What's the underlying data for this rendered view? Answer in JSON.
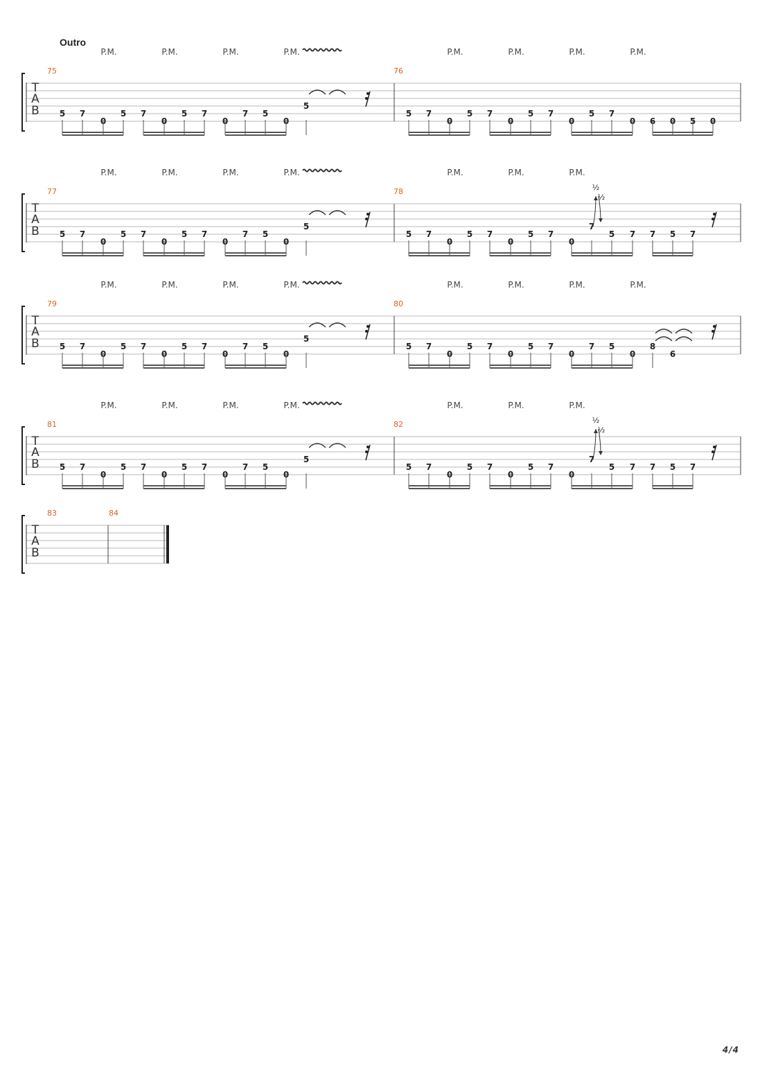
{
  "section_label": "Outro",
  "pm_label": "P.M.",
  "tab_letters": [
    "T",
    "A",
    "B"
  ],
  "bend_label": "½",
  "page_number": "4/4",
  "systems": [
    {
      "measures": [
        {
          "number": "75",
          "pm_count": 4,
          "vibrato": true,
          "ending": "tie",
          "notes": [
            [
              "5",
              5
            ],
            [
              "7",
              5
            ],
            [
              "0",
              6
            ],
            [
              "5",
              5
            ],
            [
              "7",
              5
            ],
            [
              "0",
              6
            ],
            [
              "5",
              5
            ],
            [
              "7",
              5
            ],
            [
              "0",
              6
            ],
            [
              "7",
              5
            ],
            [
              "5",
              5
            ],
            [
              "0",
              6
            ],
            [
              "5",
              4
            ]
          ]
        },
        {
          "number": "76",
          "pm_count": 4,
          "vibrato": false,
          "ending": "full",
          "notes": [
            [
              "5",
              5
            ],
            [
              "7",
              5
            ],
            [
              "0",
              6
            ],
            [
              "5",
              5
            ],
            [
              "7",
              5
            ],
            [
              "0",
              6
            ],
            [
              "5",
              5
            ],
            [
              "7",
              5
            ],
            [
              "0",
              6
            ],
            [
              "5",
              5
            ],
            [
              "7",
              5
            ],
            [
              "0",
              6
            ],
            [
              "6",
              6
            ],
            [
              "0",
              6
            ],
            [
              "5",
              6
            ],
            [
              "0",
              6
            ]
          ]
        }
      ]
    },
    {
      "measures": [
        {
          "number": "77",
          "pm_count": 4,
          "vibrato": true,
          "ending": "tie",
          "notes": [
            [
              "5",
              5
            ],
            [
              "7",
              5
            ],
            [
              "0",
              6
            ],
            [
              "5",
              5
            ],
            [
              "7",
              5
            ],
            [
              "0",
              6
            ],
            [
              "5",
              5
            ],
            [
              "7",
              5
            ],
            [
              "0",
              6
            ],
            [
              "7",
              5
            ],
            [
              "5",
              5
            ],
            [
              "0",
              6
            ],
            [
              "5",
              4
            ]
          ]
        },
        {
          "number": "78",
          "pm_count": 3,
          "vibrato": false,
          "ending": "bend",
          "notes": [
            [
              "5",
              5
            ],
            [
              "7",
              5
            ],
            [
              "0",
              6
            ],
            [
              "5",
              5
            ],
            [
              "7",
              5
            ],
            [
              "0",
              6
            ],
            [
              "5",
              5
            ],
            [
              "7",
              5
            ],
            [
              "0",
              6
            ],
            [
              "7",
              4
            ],
            [
              "5",
              5
            ],
            [
              "7",
              5
            ],
            [
              "7",
              5
            ],
            [
              "5",
              5
            ],
            [
              "7",
              5
            ]
          ]
        }
      ]
    },
    {
      "measures": [
        {
          "number": "79",
          "pm_count": 4,
          "vibrato": true,
          "ending": "tie",
          "notes": [
            [
              "5",
              5
            ],
            [
              "7",
              5
            ],
            [
              "0",
              6
            ],
            [
              "5",
              5
            ],
            [
              "7",
              5
            ],
            [
              "0",
              6
            ],
            [
              "5",
              5
            ],
            [
              "7",
              5
            ],
            [
              "0",
              6
            ],
            [
              "7",
              5
            ],
            [
              "5",
              5
            ],
            [
              "0",
              6
            ],
            [
              "5",
              4
            ]
          ]
        },
        {
          "number": "80",
          "pm_count": 4,
          "vibrato": false,
          "ending": "tie2",
          "notes": [
            [
              "5",
              5
            ],
            [
              "7",
              5
            ],
            [
              "0",
              6
            ],
            [
              "5",
              5
            ],
            [
              "7",
              5
            ],
            [
              "0",
              6
            ],
            [
              "5",
              5
            ],
            [
              "7",
              5
            ],
            [
              "0",
              6
            ],
            [
              "7",
              5
            ],
            [
              "5",
              5
            ],
            [
              "0",
              6
            ],
            [
              "8",
              5
            ],
            [
              "6",
              6
            ]
          ]
        }
      ]
    },
    {
      "measures": [
        {
          "number": "81",
          "pm_count": 4,
          "vibrato": true,
          "ending": "tie",
          "notes": [
            [
              "5",
              5
            ],
            [
              "7",
              5
            ],
            [
              "0",
              6
            ],
            [
              "5",
              5
            ],
            [
              "7",
              5
            ],
            [
              "0",
              6
            ],
            [
              "5",
              5
            ],
            [
              "7",
              5
            ],
            [
              "0",
              6
            ],
            [
              "7",
              5
            ],
            [
              "5",
              5
            ],
            [
              "0",
              6
            ],
            [
              "5",
              4
            ]
          ]
        },
        {
          "number": "82",
          "pm_count": 3,
          "vibrato": false,
          "ending": "bend",
          "notes": [
            [
              "5",
              5
            ],
            [
              "7",
              5
            ],
            [
              "0",
              6
            ],
            [
              "5",
              5
            ],
            [
              "7",
              5
            ],
            [
              "0",
              6
            ],
            [
              "5",
              5
            ],
            [
              "7",
              5
            ],
            [
              "0",
              6
            ],
            [
              "7",
              4
            ],
            [
              "5",
              5
            ],
            [
              "7",
              5
            ],
            [
              "7",
              5
            ],
            [
              "5",
              5
            ],
            [
              "7",
              5
            ]
          ]
        }
      ]
    },
    {
      "measures": [
        {
          "number": "83",
          "empty": true
        },
        {
          "number": "84",
          "empty": true,
          "final": true
        }
      ]
    }
  ]
}
